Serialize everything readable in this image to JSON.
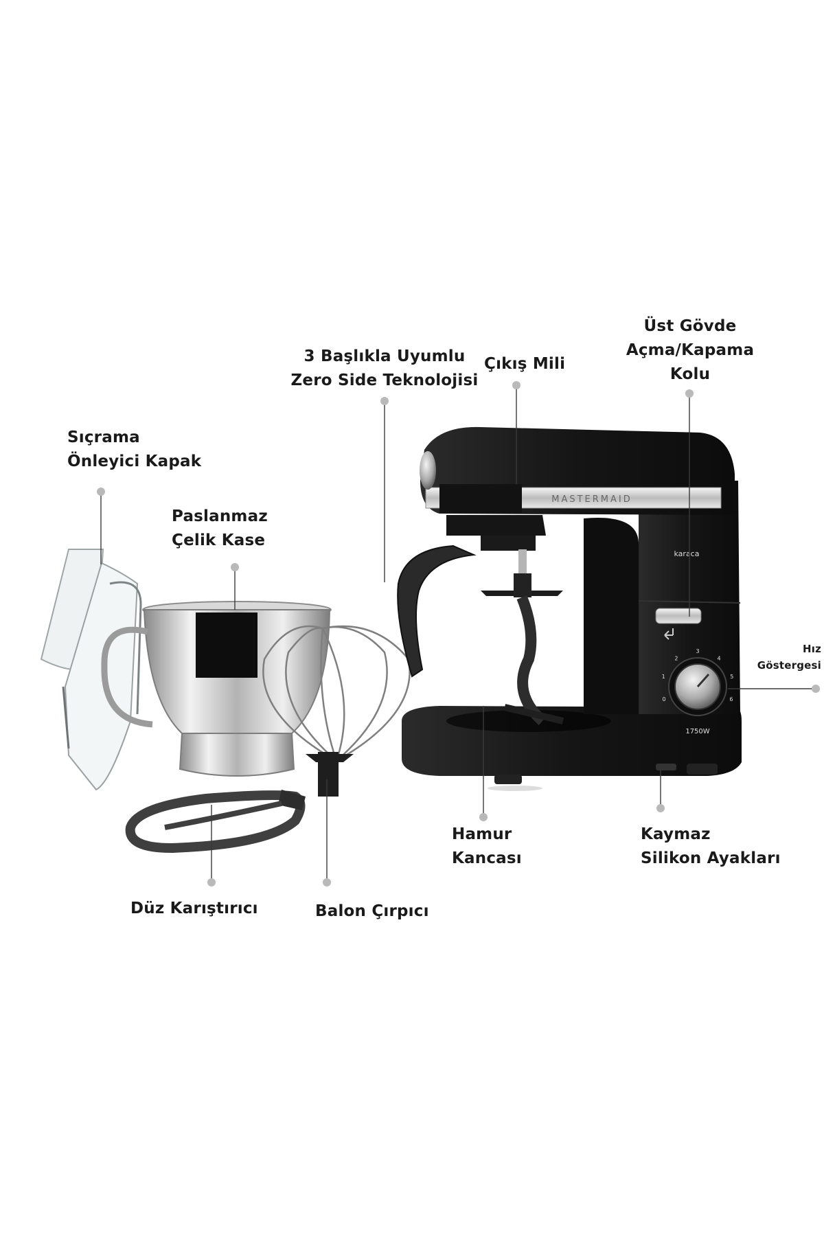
{
  "brand": {
    "name": "MASTERMAID",
    "logo": "karaca",
    "power": "1750W"
  },
  "colors": {
    "body": "#161616",
    "chrome": "#d9d9d9",
    "steel": "#c8c8c8",
    "leader": "#3a3a3a",
    "pin": "#b9b9b9"
  },
  "speed_dial": {
    "marks": [
      "0",
      "1",
      "2",
      "3",
      "4",
      "5",
      "6"
    ]
  },
  "labels": {
    "splash_guard": [
      "Sıçrama",
      "Önleyici Kapak"
    ],
    "steel_bowl": [
      "Paslanmaz",
      "Çelik Kase"
    ],
    "zero_side": [
      "3 Başlıkla Uyumlu",
      "Zero Side Teknolojisi"
    ],
    "output_shaft": [
      "Çıkış Mili"
    ],
    "head_lever": [
      "Üst Gövde",
      "Açma/Kapama",
      "Kolu"
    ],
    "speed_indicator": [
      "Hız",
      "Göstergesi"
    ],
    "dough_hook": [
      "Hamur",
      "Kancası"
    ],
    "silicone_feet": [
      "Kaymaz",
      "Silikon Ayakları"
    ],
    "flat_beater": [
      "Düz Karıştırıcı"
    ],
    "balloon_whisk": [
      "Balon Çırpıcı"
    ]
  }
}
